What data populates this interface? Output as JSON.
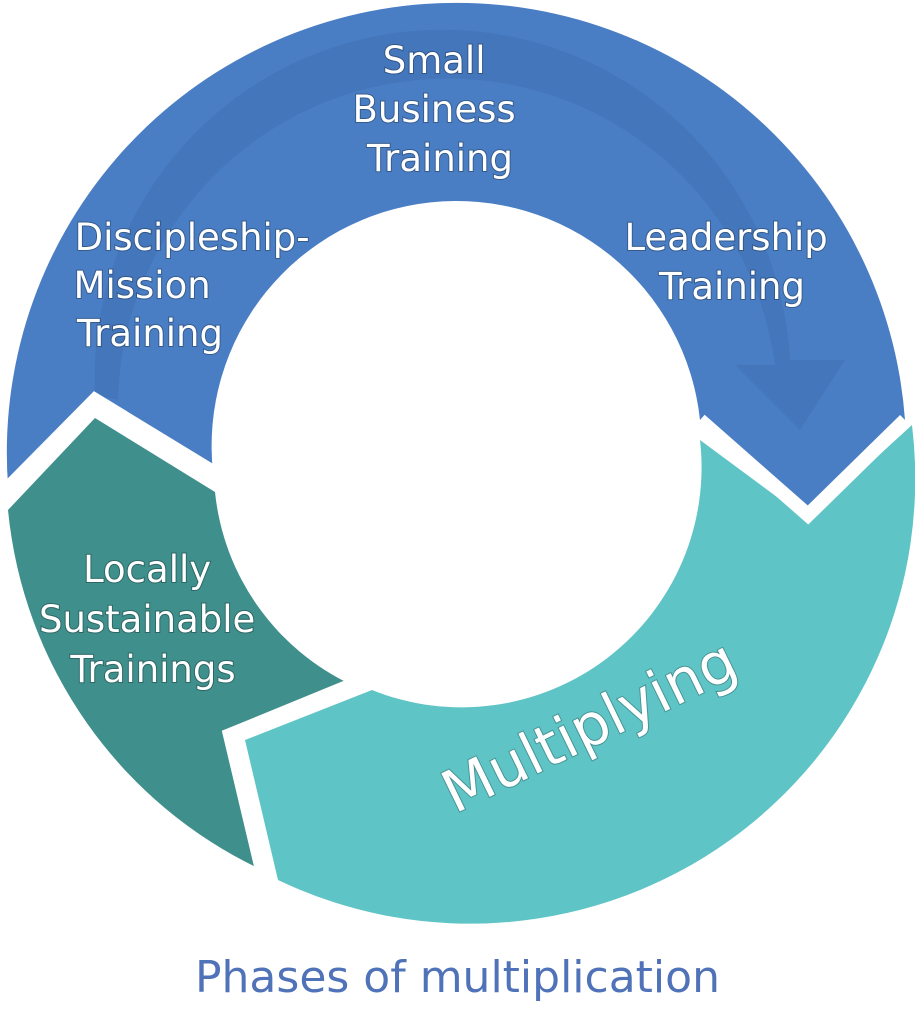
{
  "diagram": {
    "segments": [
      {
        "id": "small-business",
        "lines": [
          "Small",
          "Business",
          "Training"
        ],
        "color": "#4a7ec4"
      },
      {
        "id": "leadership",
        "lines": [
          "Leadership",
          "Training"
        ],
        "color": "#4a7ec4"
      },
      {
        "id": "discipleship",
        "lines": [
          "Discipleship-",
          "Mission",
          "Training"
        ],
        "color": "#4a7ec4"
      },
      {
        "id": "locally",
        "lines": [
          "Locally",
          "Sustainable",
          "Trainings"
        ],
        "color": "#3f8f8c"
      },
      {
        "id": "multiplying",
        "lines": [
          "Multiplying"
        ],
        "color": "#5fc4c6"
      }
    ],
    "caption": "Phases of multiplication"
  }
}
